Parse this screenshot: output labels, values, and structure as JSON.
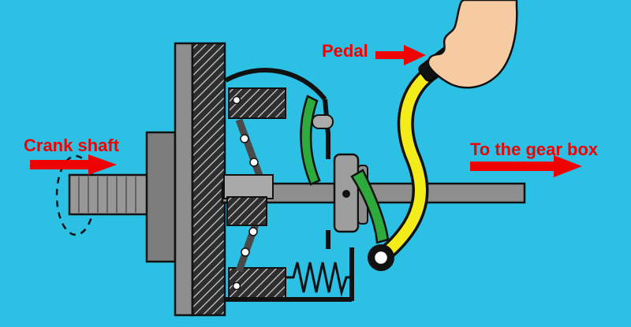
{
  "labels": {
    "crank_shaft": "Crank shaft",
    "pedal": "Pedal",
    "gearbox": "To the gear box"
  },
  "colors": {
    "background": "#2CC0E4",
    "label_text": "#EE0202",
    "arrow": "#EE0202",
    "linkage_yellow": "#F4EC1A",
    "lever_green": "#2EA93C",
    "foot_skin": "#F6CBA2",
    "pedal_black": "#111111",
    "shaft_gray": "#8E8E8E",
    "plate_gray": "#9E9E9E",
    "hub_gray": "#A9A9A9"
  }
}
